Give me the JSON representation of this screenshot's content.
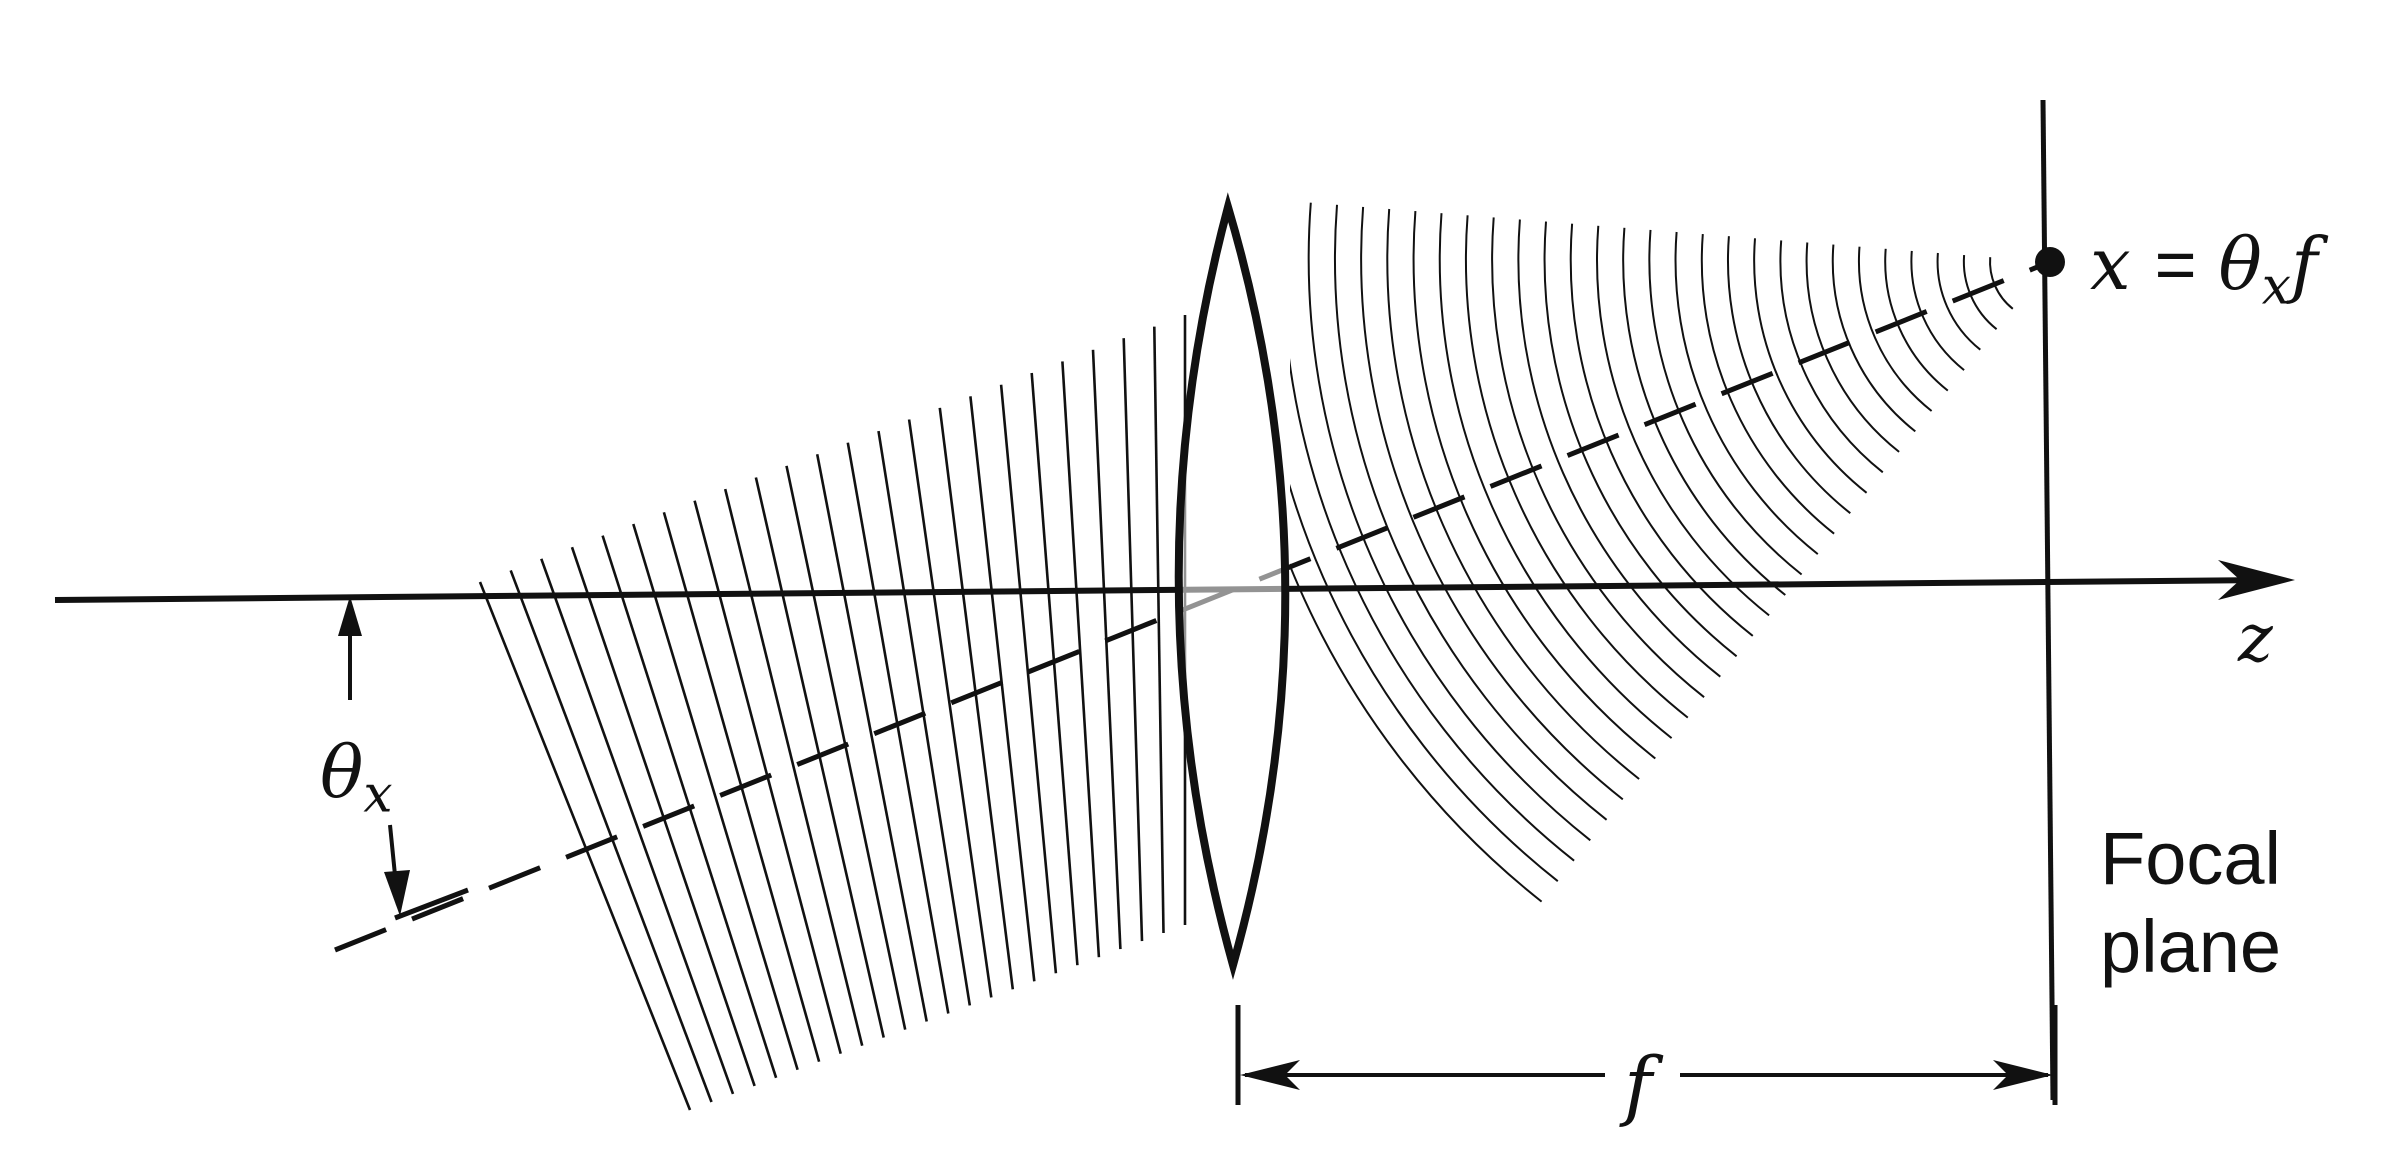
{
  "labels": {
    "focus_point": {
      "lhs": "x",
      "equals": "=",
      "theta": "θ",
      "sub": "x",
      "f": "f"
    },
    "z_axis": "z",
    "angle": {
      "theta": "θ",
      "sub": "x"
    },
    "focal_length": "f",
    "focal_plane": [
      "Focal",
      "plane"
    ]
  },
  "colors": {
    "ink": "#111111",
    "background": "#ffffff"
  }
}
